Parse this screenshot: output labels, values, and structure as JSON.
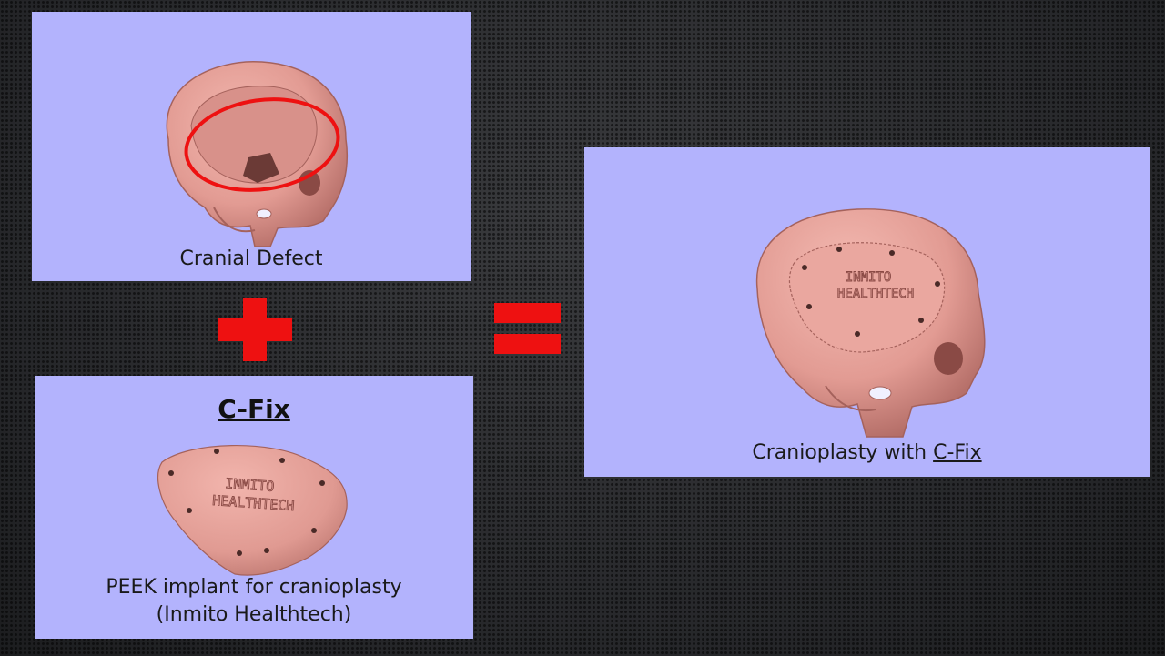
{
  "panels": {
    "defect": {
      "caption": "Cranial Defect"
    },
    "cfix": {
      "title": "C-Fix",
      "caption_line1": "PEEK implant for cranioplasty",
      "caption_line2": "(Inmito Healthtech)",
      "implant_engraving_line1": "INMITO",
      "implant_engraving_line2": "HEALTHTECH"
    },
    "result": {
      "caption_prefix": "Cranioplasty with ",
      "caption_link": "C-Fix",
      "implant_engraving_line1": "INMITO",
      "implant_engraving_line2": "HEALTHTECH"
    }
  },
  "symbols": {
    "plus": "+",
    "equals": "="
  },
  "colors": {
    "panel": "#b3b3fd",
    "skull": "#e7a19a",
    "accent_red": "#ee1111",
    "background": "#2a2b2d"
  }
}
